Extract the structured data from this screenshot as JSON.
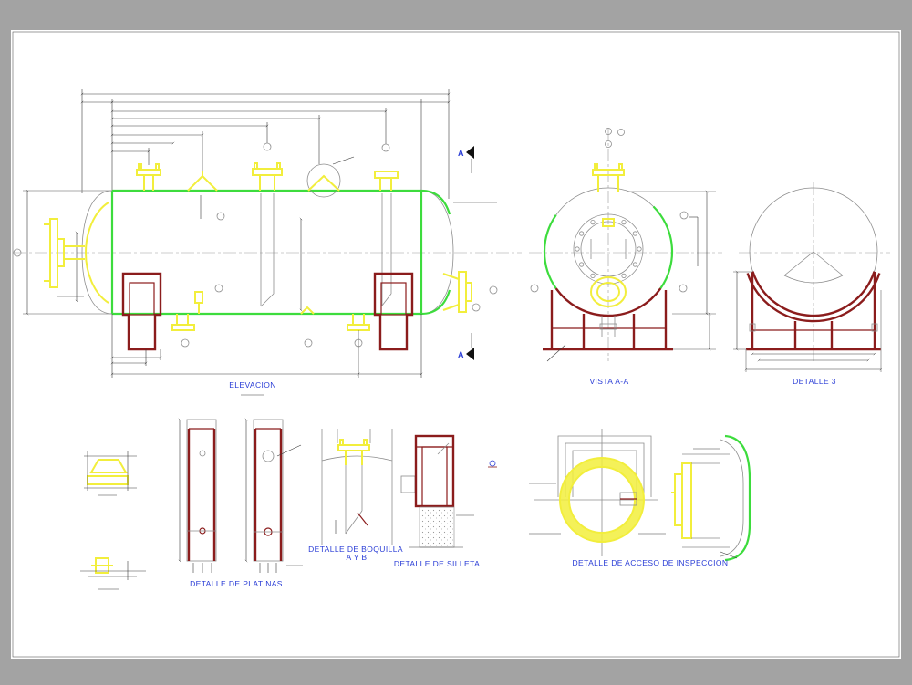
{
  "views": {
    "elevacion": {
      "title": "ELEVACION"
    },
    "vista_aa": {
      "title": "VISTA A-A"
    },
    "detalle_3": {
      "title": "DETALLE 3"
    },
    "detalle_platinas": {
      "title": "DETALLE DE PLATINAS"
    },
    "detalle_boquilla": {
      "title": "DETALLE DE BOQUILLA",
      "subtitle": "A Y B"
    },
    "detalle_silleta": {
      "title": "DETALLE DE SILLETA"
    },
    "detalle_acceso": {
      "title": "DETALLE DE ACCESO DE INSPECCION"
    }
  },
  "section_markers": {
    "top": "A",
    "bottom": "A"
  },
  "colors": {
    "shell": "#3ddc3d",
    "nozzles": "#f2ee3c",
    "supports": "#8b1c1c",
    "titles": "#2a3dd6",
    "viewer_background": "#a3a3a3",
    "sheet": "#ffffff"
  }
}
